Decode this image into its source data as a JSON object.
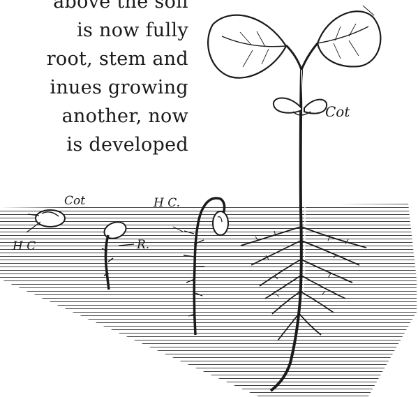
{
  "text_lines": [
    "above the soil",
    "is now fully",
    "root, stem and",
    "inues growing",
    "another, now",
    "is developed"
  ],
  "figure_labels": {
    "cot_large": "Cot",
    "hc_top": "H C.",
    "cot_small": "Cot",
    "hc_left": "H C",
    "r": "R."
  }
}
